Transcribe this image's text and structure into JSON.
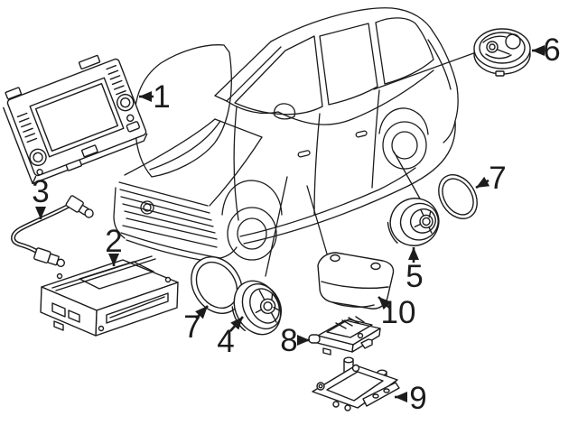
{
  "diagram": {
    "background_color": "#ffffff",
    "line_color": "#1c1c1c",
    "callouts": {
      "c1": "1",
      "c2": "2",
      "c3": "3",
      "c4": "4",
      "c5": "5",
      "c6": "6",
      "c7a": "7",
      "c7b": "7",
      "c8": "8",
      "c9": "9",
      "c10": "10"
    }
  }
}
